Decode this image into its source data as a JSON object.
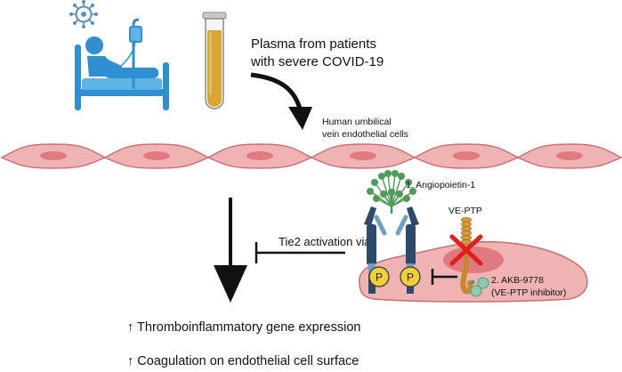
{
  "labels": {
    "plasma_line1": "Plasma from patients",
    "plasma_line2": "with severe COVID-19",
    "huvec_line1": "Human umbilical",
    "huvec_line2": "vein endothelial cells",
    "angiopoietin": "1. Angiopoietin-1",
    "veptp": "VE-PTP",
    "tie2": "Tie2 activation via:",
    "akb_line1": "2. AKB-9778",
    "akb_line2": "(VE-PTP inhibitor)",
    "phospho": "P"
  },
  "outcomes": [
    "↑ Thromboinflammatory gene expression",
    "↑ Coagulation on endothelial cell surface"
  ],
  "colors": {
    "cell": "#efb3b3",
    "cell_stroke": "#cc6c70",
    "nucleus": "#e07a80",
    "plasma_fill": "#d8a830",
    "receptor": "#2e4a6b",
    "receptor_light": "#6f9fc4",
    "ligand": "#4e9b5a",
    "phospho": "#f2cf3a",
    "inhibit_x": "#e02020",
    "patient_blue": "#2f8fd0",
    "virus": "#5a8fc0"
  },
  "icons": [
    "patient-bed-icon",
    "virus-icon",
    "test-tube-icon",
    "iv-drip-icon"
  ]
}
